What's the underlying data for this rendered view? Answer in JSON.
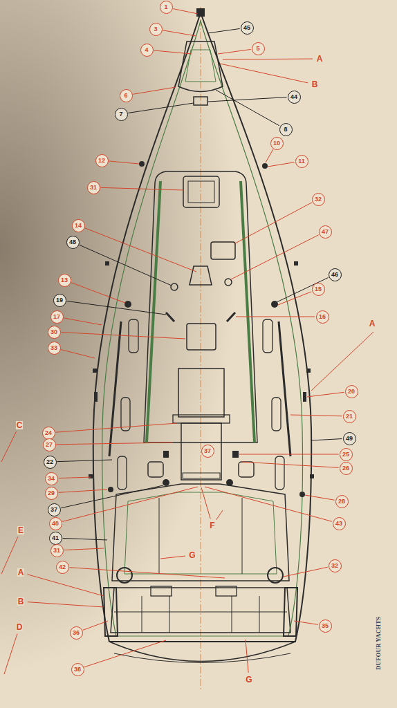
{
  "diagram": {
    "nodes": [
      {
        "text": [
          "1"
        ]
      },
      {
        "text": [
          "45"
        ]
      },
      {
        "text": [
          "3"
        ]
      },
      {
        "text": [
          "4"
        ]
      },
      {
        "text": [
          "5"
        ]
      },
      {
        "text": [
          "44"
        ]
      },
      {
        "text": [
          "6"
        ]
      },
      {
        "text": [
          "7"
        ]
      },
      {
        "text": [
          "8"
        ]
      },
      {
        "text": [
          "10"
        ]
      },
      {
        "text": [
          "12"
        ]
      },
      {
        "text": [
          "11"
        ]
      },
      {
        "text": [
          "31"
        ]
      },
      {
        "text": [
          "32"
        ]
      },
      {
        "text": [
          "14"
        ]
      },
      {
        "text": [
          "47"
        ]
      },
      {
        "text": [
          "48"
        ]
      },
      {
        "text": [
          "46"
        ]
      },
      {
        "text": [
          "13"
        ]
      },
      {
        "text": [
          "15"
        ]
      },
      {
        "text": [
          "19"
        ]
      },
      {
        "text": [
          "16"
        ]
      },
      {
        "text": [
          "17"
        ]
      },
      {
        "text": [
          "30"
        ]
      },
      {
        "text": [
          "33"
        ]
      },
      {
        "text": [
          "20"
        ]
      },
      {
        "text": [
          "21"
        ]
      },
      {
        "text": [
          "24"
        ]
      },
      {
        "text": [
          "27"
        ]
      },
      {
        "text": [
          "49"
        ]
      },
      {
        "text": [
          "22"
        ]
      },
      {
        "text": [
          "25"
        ]
      },
      {
        "text": [
          "37"
        ]
      },
      {
        "text": [
          "26"
        ]
      },
      {
        "text": [
          "34"
        ]
      },
      {
        "text": [
          "29"
        ]
      },
      {
        "text": [
          "28"
        ]
      },
      {
        "text": [
          "37"
        ]
      },
      {
        "text": [
          "40"
        ]
      },
      {
        "text": [
          "43"
        ]
      },
      {
        "text": [
          "41"
        ]
      },
      {
        "text": [
          "31"
        ]
      },
      {
        "text": [
          "42"
        ]
      },
      {
        "text": [
          "32"
        ]
      },
      {
        "text": [
          "36"
        ]
      },
      {
        "text": [
          "35"
        ]
      },
      {
        "text": [
          "38"
        ]
      }
    ],
    "labels": [
      "A",
      "B",
      "A",
      "C",
      "E",
      "A",
      "B",
      "D",
      "F",
      "G",
      "G",
      "DUFOUR YACHTS"
    ]
  }
}
